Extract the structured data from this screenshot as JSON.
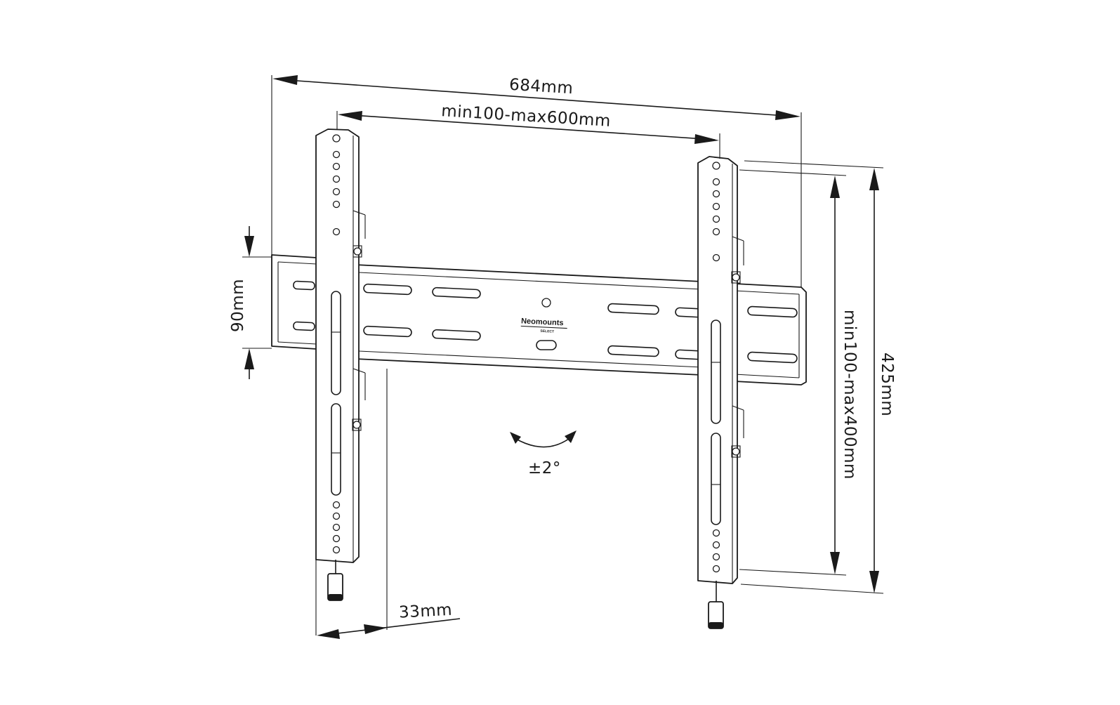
{
  "dimensions": {
    "overall_width": "684mm",
    "vesa_width": "min100-max600mm",
    "rail_height": "90mm",
    "depth": "33mm",
    "vesa_height": "min100-max400mm",
    "overall_height": "425mm",
    "tilt": "±2°"
  },
  "branding": {
    "logo": "Neomounts",
    "logo_sub": "SELECT"
  },
  "colors": {
    "line": "#1a1a1a",
    "background": "#ffffff"
  }
}
